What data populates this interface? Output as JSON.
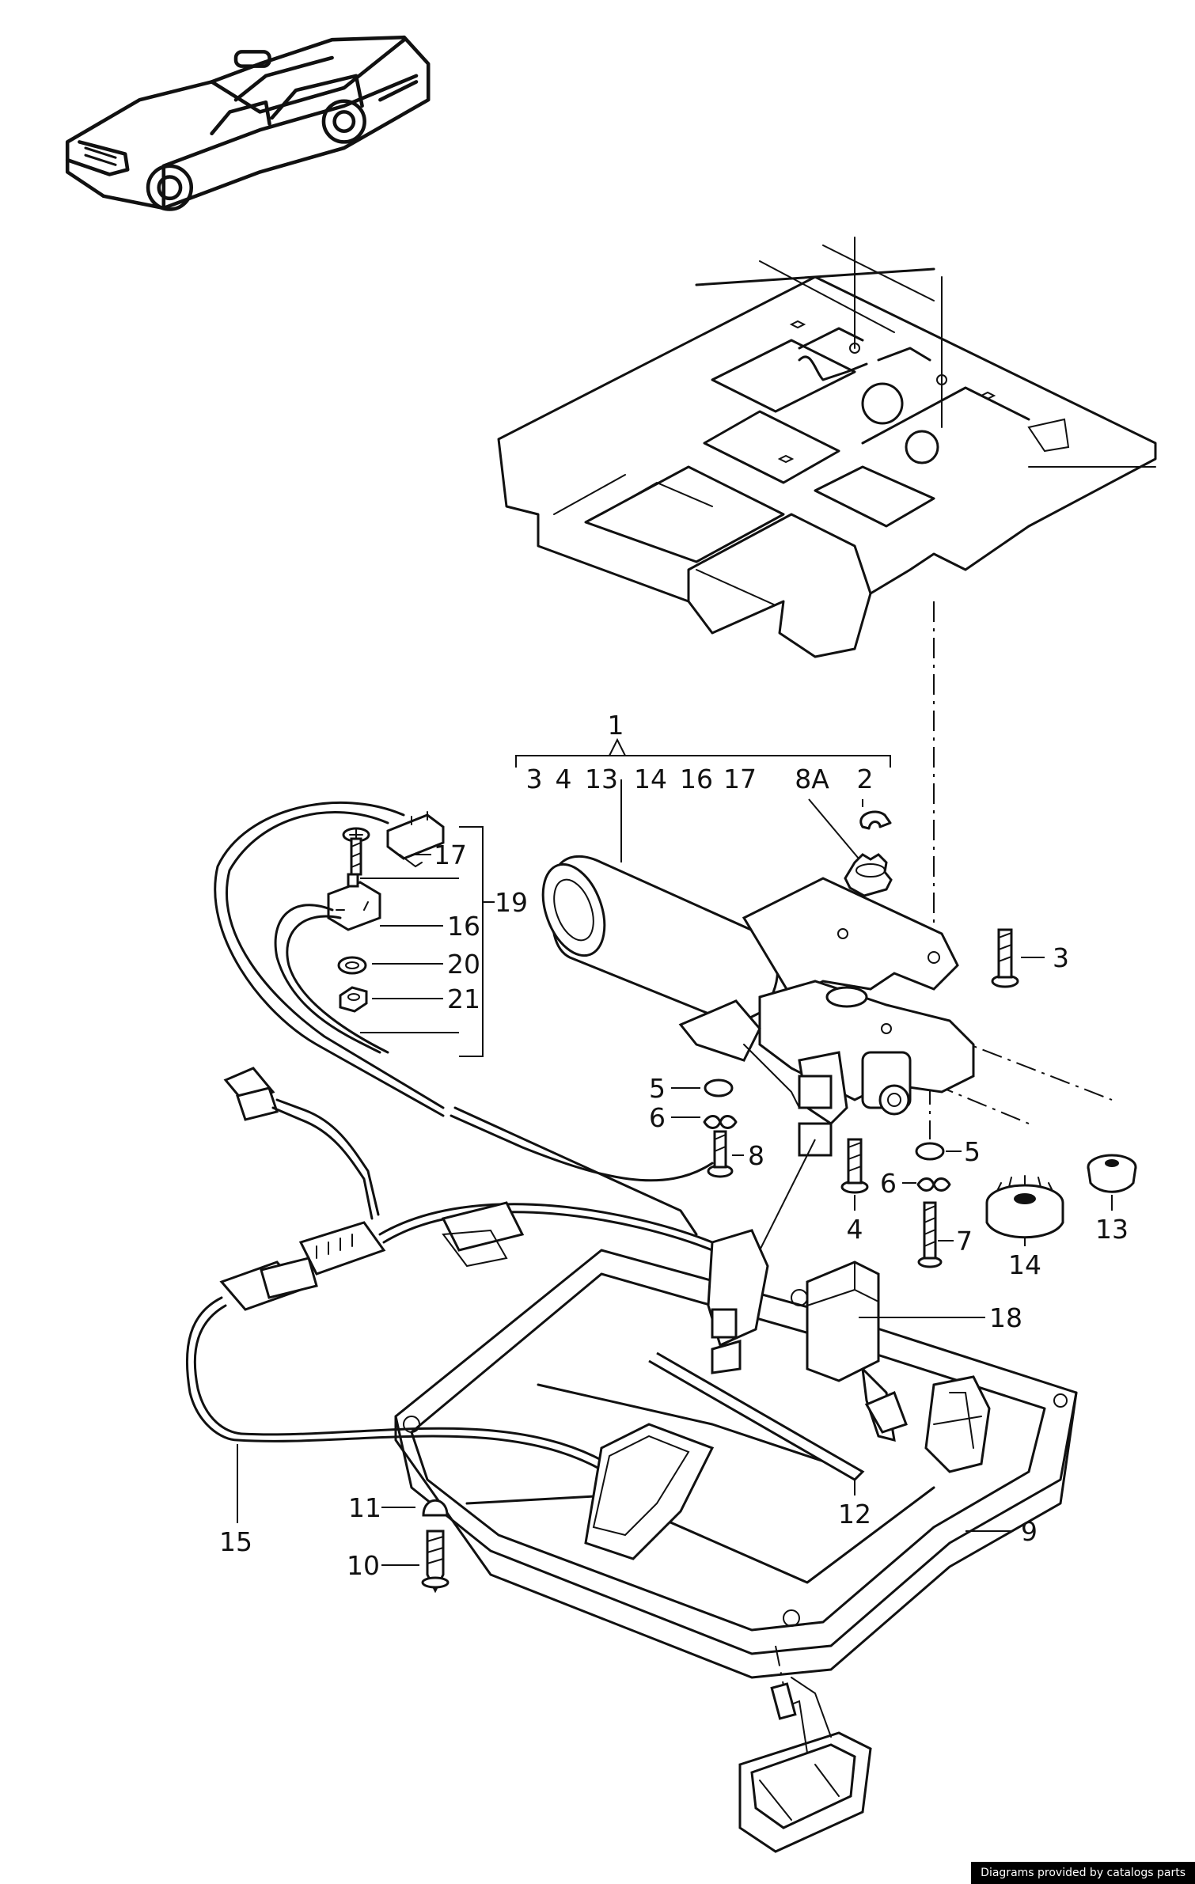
{
  "labels": {
    "p1": "1",
    "p2": "2",
    "p3": "3",
    "p4": "4",
    "p5": "5",
    "p6": "6",
    "p7": "7",
    "p8": "8",
    "p8a": "8A",
    "p9": "9",
    "p10": "10",
    "p11": "11",
    "p12": "12",
    "p13": "13",
    "p14": "14",
    "p15": "15",
    "p16": "16",
    "p17": "17",
    "p18": "18",
    "p19": "19",
    "p20": "20",
    "p21": "21"
  },
  "kit_row": [
    "3",
    "4",
    "13",
    "14",
    "16",
    "17"
  ],
  "credit": "Diagrams provided by catalogs parts"
}
